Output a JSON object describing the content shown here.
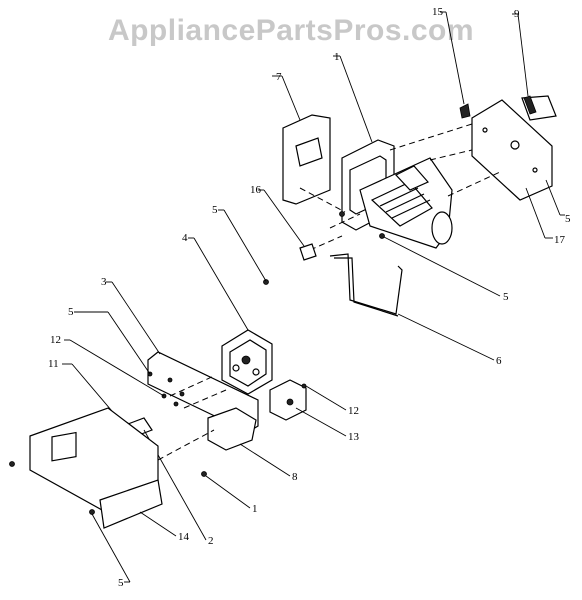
{
  "watermark": "AppliancePartsPros.com",
  "callouts": {
    "p7": "7",
    "p1_top": "1",
    "p15": "15",
    "p9": "9",
    "p5_right": "5",
    "p17": "17",
    "p16": "16",
    "p5_mid": "5",
    "p4": "4",
    "p5_wire": "5",
    "p6": "6",
    "p3": "3",
    "p5_left": "5",
    "p12_left": "12",
    "p11": "11",
    "p12_right": "12",
    "p13": "13",
    "p8": "8",
    "p1_bottom": "1",
    "p2": "2",
    "p14": "14",
    "p5_bottom": "5"
  }
}
